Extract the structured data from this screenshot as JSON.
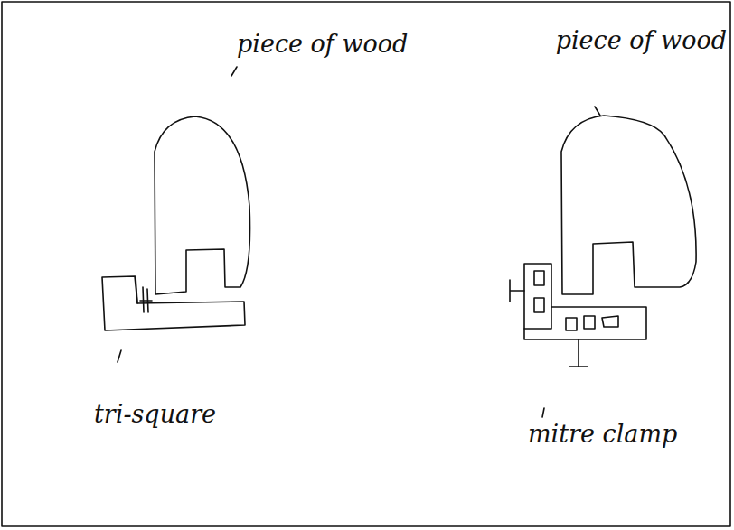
{
  "diagram": {
    "labels": [
      "piece of wood",
      "piece of wood",
      "tri-square",
      "mitre clamp"
    ]
  }
}
